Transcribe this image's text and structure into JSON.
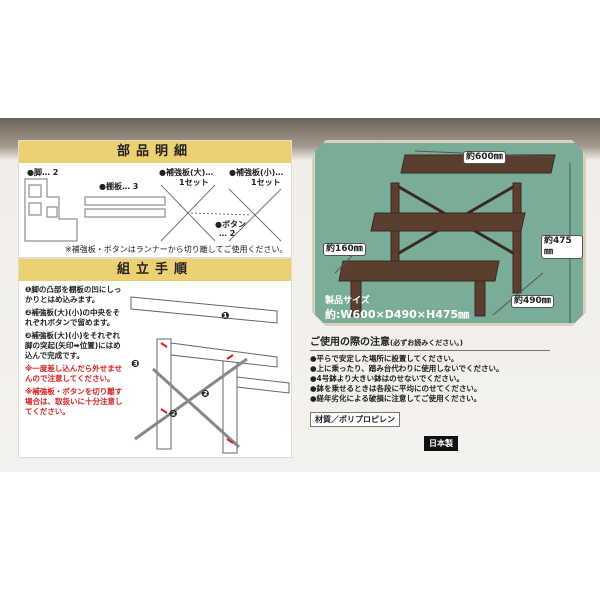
{
  "parts": {
    "title": "部品明細",
    "leg": "●脚… 2",
    "shelf": "●棚板… 3",
    "brace_large": "●補強板(大)…",
    "brace_large_qty": "1セット",
    "brace_small": "●補強板(小)…",
    "brace_small_qty": "1セット",
    "button": "●ボタン",
    "button_qty": "… 2",
    "note": "※補強板・ボタンはランナーから切り離してご使用ください。"
  },
  "assembly": {
    "title": "組立手順",
    "steps": [
      "❶脚の凸部を棚板の凹にしっかりとはめ込みます。",
      "❷補強板(大)(小)の中央をそれぞれボタンで留めます。",
      "❸補強板(大)(小)をそれぞれ脚の突起(矢印➡位置)にはめ込んで完成です。"
    ],
    "warnings": [
      "※一度差し込んだら外せませんので注意してください。",
      "※補強板・ボタンを切り離す場合は、取扱いに十分注意してください。"
    ],
    "callouts": [
      "❶",
      "❷",
      "❷",
      "❸"
    ]
  },
  "product": {
    "width": "約600㎜",
    "height": "約475㎜",
    "step": "約160㎜",
    "depth": "約490㎜",
    "size_label": "製品サイズ",
    "size": "約:W600×D490×H475㎜"
  },
  "usage": {
    "title": "ご使用の際の注意",
    "subtitle": "(必ずお読みください。)",
    "items": [
      "●平らで安定した場所に設置してください。",
      "●上に乗ったり、踏み台代わりに使用しないでください。",
      "●4号鉢より大きい鉢はのせないでください。",
      "●鉢を乗せるときは各段に平均にのせてください。",
      "●経年劣化による破損に注意してご使用ください。"
    ]
  },
  "material": "材質／ポリプロピレン",
  "origin": "日本製",
  "colors": {
    "header": "#ecd173",
    "panel_bg": "#79ad98",
    "stand": "#5a3e30",
    "warning": "#d52020"
  }
}
